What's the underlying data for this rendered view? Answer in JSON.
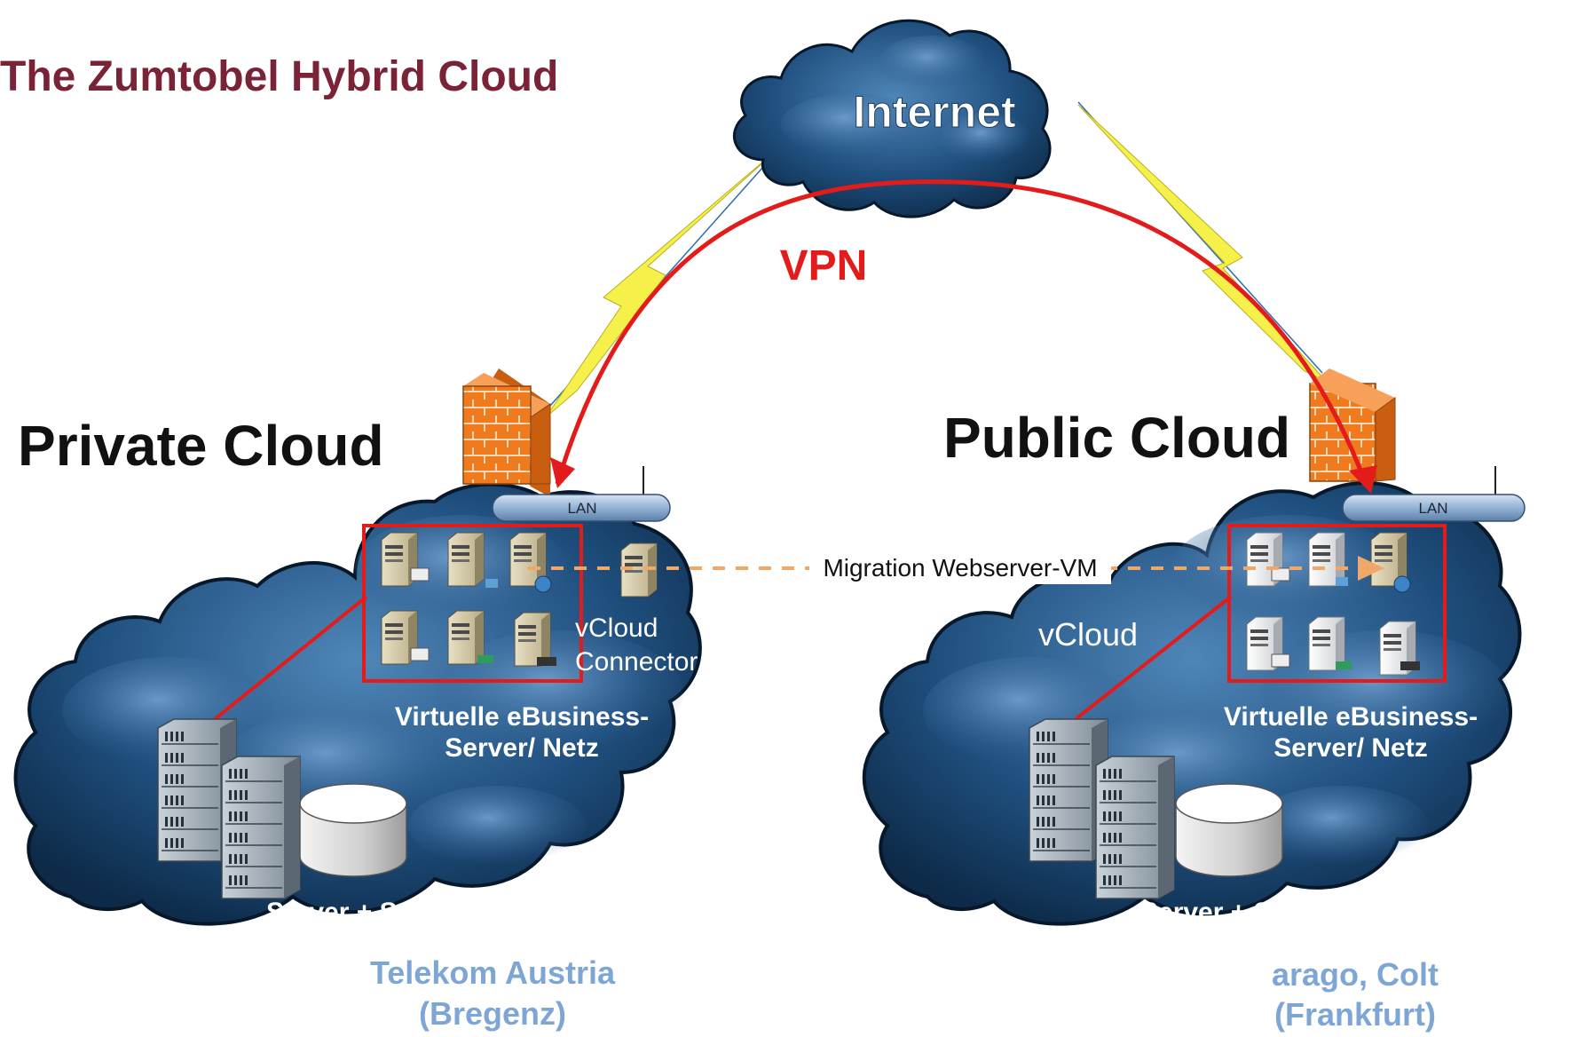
{
  "title": "The Zumtobel Hybrid Cloud",
  "internet": {
    "label": "Internet"
  },
  "vpn": {
    "label": "VPN"
  },
  "migration": {
    "label": "Migration Webserver-VM"
  },
  "private_cloud": {
    "heading": "Private Cloud",
    "lan_label": "LAN",
    "connector_line1": "vCloud",
    "connector_line2": "Connector",
    "virtual_line1": "Virtuelle eBusiness-",
    "virtual_line2": "Server/ Netz",
    "storage_label": "Server + Storage",
    "provider_line1": "Telekom Austria",
    "provider_line2": "(Bregenz)"
  },
  "public_cloud": {
    "heading": "Public Cloud",
    "lan_label": "LAN",
    "vcloud_label": "vCloud",
    "virtual_line1": "Virtuelle eBusiness-",
    "virtual_line2": "Server/ Netz",
    "storage_label": "Server + Storage",
    "provider_line1": "arago, Colt",
    "provider_line2": "(Frankfurt)"
  },
  "colors": {
    "title": "#7a2236",
    "vpn": "#e31b1b",
    "migration": "#f0a868",
    "provider": "#7ea6d4",
    "cloud_dark": "#0d2a48",
    "cloud_light": "#4f86b8",
    "firewall": "#f07a1e",
    "lightning": "#f6f04a"
  }
}
